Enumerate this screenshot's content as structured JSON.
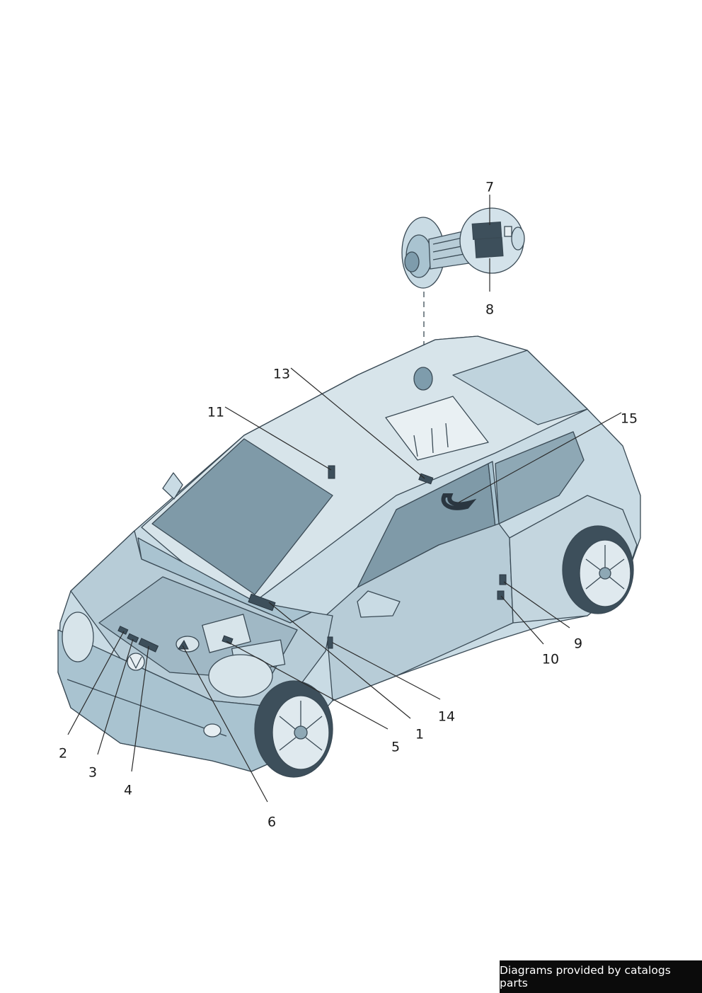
{
  "callouts": [
    {
      "id": "1",
      "label": "1"
    },
    {
      "id": "2",
      "label": "2"
    },
    {
      "id": "3",
      "label": "3"
    },
    {
      "id": "4",
      "label": "4"
    },
    {
      "id": "5",
      "label": "5"
    },
    {
      "id": "6",
      "label": "6"
    },
    {
      "id": "7",
      "label": "7"
    },
    {
      "id": "8",
      "label": "8"
    },
    {
      "id": "9",
      "label": "9"
    },
    {
      "id": "10",
      "label": "10"
    },
    {
      "id": "11",
      "label": "11"
    },
    {
      "id": "13",
      "label": "13"
    },
    {
      "id": "14",
      "label": "14"
    },
    {
      "id": "15",
      "label": "15"
    }
  ],
  "footer": {
    "text": "Diagrams provided by catalogs parts"
  },
  "colors": {
    "body_light": "#dce8ee",
    "body_mid": "#a9c3d0",
    "body_dark": "#7e9cac",
    "glass": "#7f9aa8",
    "label_patch": "#3d4f5b",
    "outline": "#3a4a55"
  }
}
